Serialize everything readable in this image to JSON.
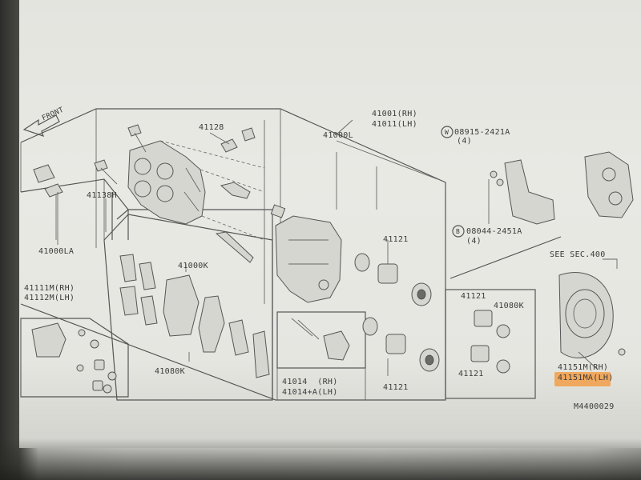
{
  "labels": {
    "front": "FRONT",
    "p41001": "41001(RH)",
    "p41011": "41011(LH)",
    "p41128": "41128",
    "p41000L": "41000L",
    "p08915": "08915-2421A",
    "p08915qty": "(4)",
    "w_symbol": "W",
    "b_symbol": "B",
    "p08044": "08044-2451A",
    "p08044qty": "(4)",
    "p41138H": "41138H",
    "p41000LA": "41000LA",
    "p41121_top": "41121",
    "see_sec": "SEE SEC.400",
    "p41000K": "41000K",
    "p41111M": "41111M(RH)",
    "p41112M": "41112M(LH)",
    "box_41121_a": "41121",
    "box_41080K": "41080K",
    "box_41121_b": "41121",
    "p41080K": "41080K",
    "p41014": "41014  (RH)",
    "p41014A": "41014+A(LH)",
    "p41121_bottom": "41121",
    "p41151M": "41151M(RH)",
    "p41151MA": "41151MA(LH)",
    "figure_code": "M4400029"
  },
  "highlight_color": "#f39a3d"
}
